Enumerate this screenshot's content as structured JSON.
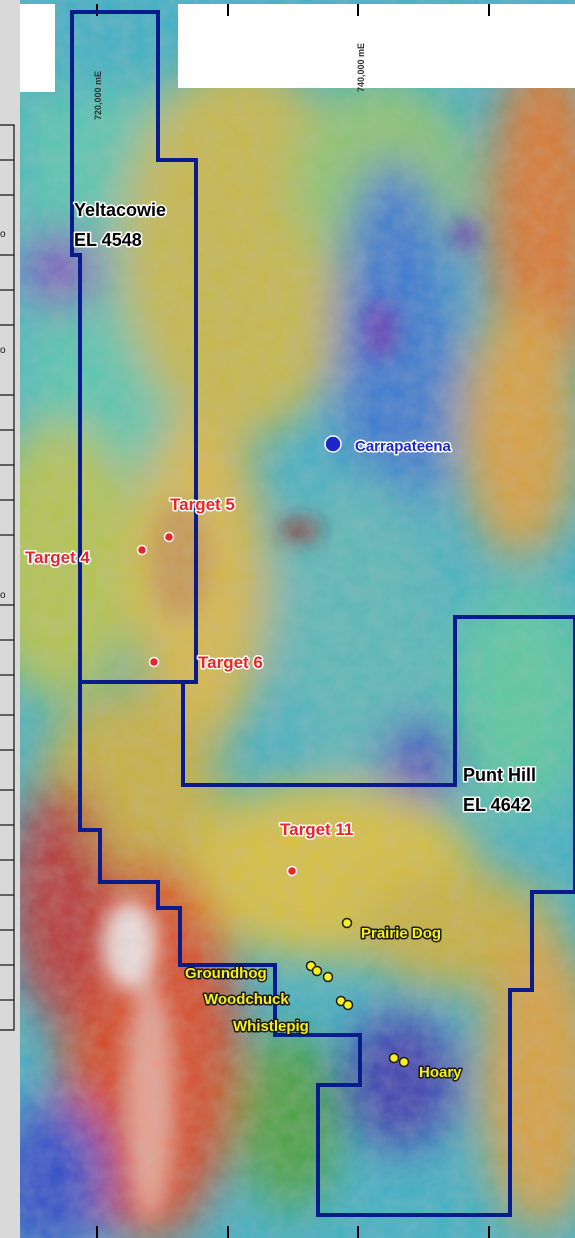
{
  "map": {
    "grid_labels": [
      {
        "text": "720,000 mE"
      },
      {
        "text": "740,000 mE"
      }
    ],
    "tenements": [
      {
        "name": "Yeltacowie",
        "id": "EL 4548"
      },
      {
        "name": "Punt Hill",
        "id": "EL 4642"
      }
    ],
    "deposit": {
      "label": "Carrapateena",
      "color": "#1a28c8"
    },
    "targets": [
      {
        "label": "Target 5"
      },
      {
        "label": "Target 4"
      },
      {
        "label": "Target 6"
      },
      {
        "label": "Target 11"
      }
    ],
    "prospects": [
      {
        "label": "Prairie Dog"
      },
      {
        "label": "Groundhog"
      },
      {
        "label": "Woodchuck"
      },
      {
        "label": "Whistlepig"
      },
      {
        "label": "Hoary"
      }
    ],
    "colors": {
      "boundary": "#0a1c8c",
      "target_marker": "#e8262a",
      "prospect_marker": "#f7f01e",
      "deposit_marker": "#1a28c8"
    }
  }
}
